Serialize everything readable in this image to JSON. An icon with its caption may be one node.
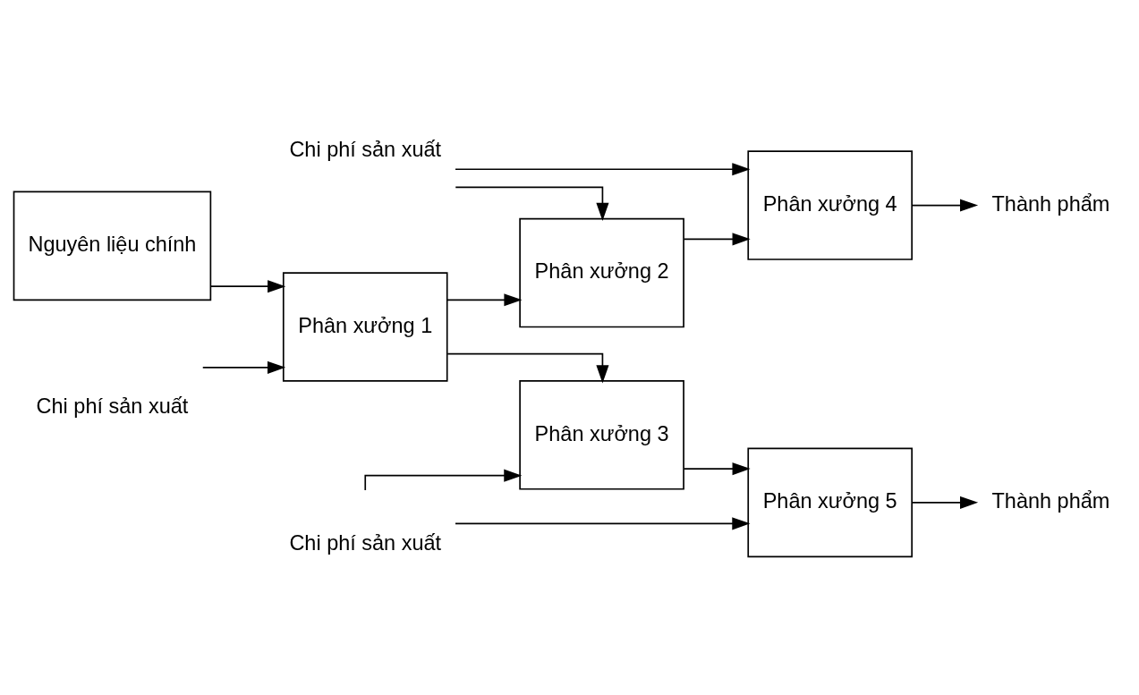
{
  "diagram": {
    "nodes": [
      {
        "text": [
          "Nguyên liệu chính"
        ]
      },
      {
        "text": [
          "Chi phí sản xuất"
        ]
      },
      {
        "text": [
          "Phân xưởng 1"
        ]
      },
      {
        "text": [
          "Chi phí sản xuất"
        ]
      },
      {
        "text": [
          "Phân xưởng 2"
        ]
      },
      {
        "text": [
          "Phân xưởng 4"
        ]
      },
      {
        "text": [
          "Thành phẩm"
        ]
      },
      {
        "text": [
          "Phân xưởng 3"
        ]
      },
      {
        "text": [
          "Phân xưởng 5"
        ]
      },
      {
        "text": [
          "Thành phẩm"
        ]
      },
      {
        "text": [
          "Chi phí sản xuất"
        ]
      }
    ],
    "edges": [
      {
        "from": 0,
        "to": 2,
        "arrow": "to"
      },
      {
        "from": 1,
        "to": 2,
        "arrow": "to"
      },
      {
        "from": 2,
        "to": 4,
        "arrow": "to"
      },
      {
        "from": 2,
        "to": 7,
        "arrow": "to"
      },
      {
        "from": 3,
        "to": 4,
        "arrow": "to"
      },
      {
        "from": 3,
        "to": 5,
        "arrow": "to"
      },
      {
        "from": 4,
        "to": 5,
        "arrow": "to"
      },
      {
        "from": 5,
        "to": 6,
        "arrow": "to"
      },
      {
        "from": 7,
        "to": 8,
        "arrow": "to"
      },
      {
        "from": 8,
        "to": 9,
        "arrow": "to"
      },
      {
        "from": 10,
        "to": 7,
        "arrow": "to"
      },
      {
        "from": 10,
        "to": 8,
        "arrow": "to"
      }
    ]
  }
}
